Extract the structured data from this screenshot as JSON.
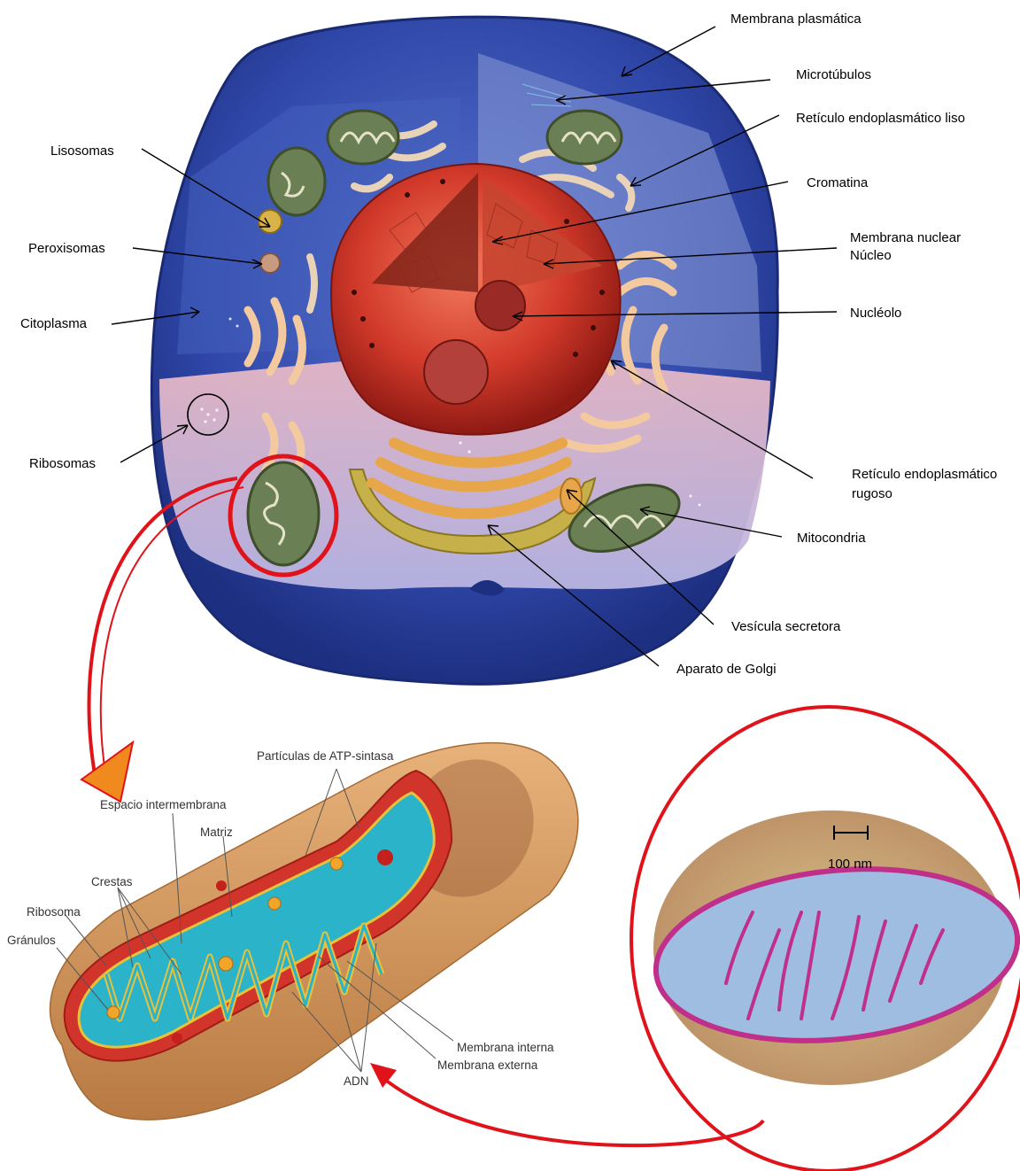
{
  "cell_labels": {
    "membrana_plasmatica": "Membrana plasmática",
    "microtubulos": "Microtúbulos",
    "reticulo_liso": "Retículo endoplasmático liso",
    "cromatina": "Cromatina",
    "membrana_nuclear": "Membrana nuclear",
    "nucleo": "Núcleo",
    "nucleolo": "Nucléolo",
    "reticulo_rugoso_1": "Retículo endoplasmático",
    "reticulo_rugoso_2": "rugoso",
    "mitocondria": "Mitocondria",
    "vesicula": "Vesícula secretora",
    "golgi": "Aparato de Golgi",
    "lisosomas": "Lisosomas",
    "peroxisomas": "Peroxisomas",
    "citoplasma": "Citoplasma",
    "ribosomas": "Ribosomas"
  },
  "mito_labels": {
    "atp": "Partículas de ATP-sintasa",
    "espacio": "Espacio intermembrana",
    "matriz": "Matriz",
    "crestas": "Crestas",
    "ribosoma": "Ribosoma",
    "granulos": "Gránulos",
    "membrana_interna": "Membrana interna",
    "membrana_externa": "Membrana externa",
    "adn": "ADN"
  },
  "micrograph": {
    "scale_label": "100 nm"
  },
  "colors": {
    "cell_blue": "#2f47a8",
    "highlight_red": "#e0121a",
    "arrow_orange": "#f08a1e",
    "mito_tan": "#d9a06a",
    "mito_matrix": "#2ab3c9"
  }
}
